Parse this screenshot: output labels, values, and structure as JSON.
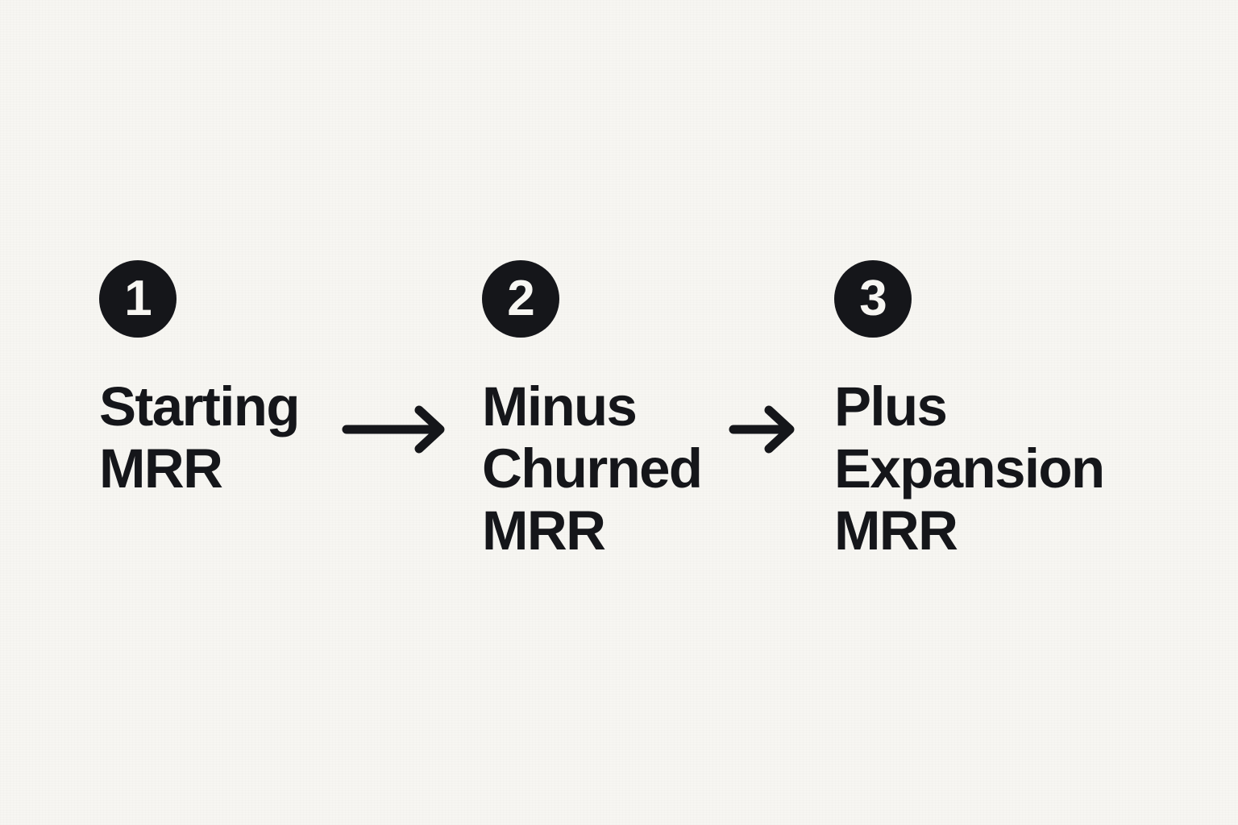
{
  "diagram": {
    "type": "horizontal-process-flow",
    "background_color": "#f7f6f2",
    "accent_color": "#15161a",
    "steps": [
      {
        "number": "1",
        "label": "Starting\nMRR"
      },
      {
        "number": "2",
        "label": "Minus\nChurned\nMRR"
      },
      {
        "number": "3",
        "label": "Plus\nExpansion\nMRR"
      }
    ],
    "connectors": [
      {
        "icon": "arrow-right-icon",
        "from": "1",
        "to": "2"
      },
      {
        "icon": "arrow-right-icon",
        "from": "2",
        "to": "3"
      }
    ]
  }
}
